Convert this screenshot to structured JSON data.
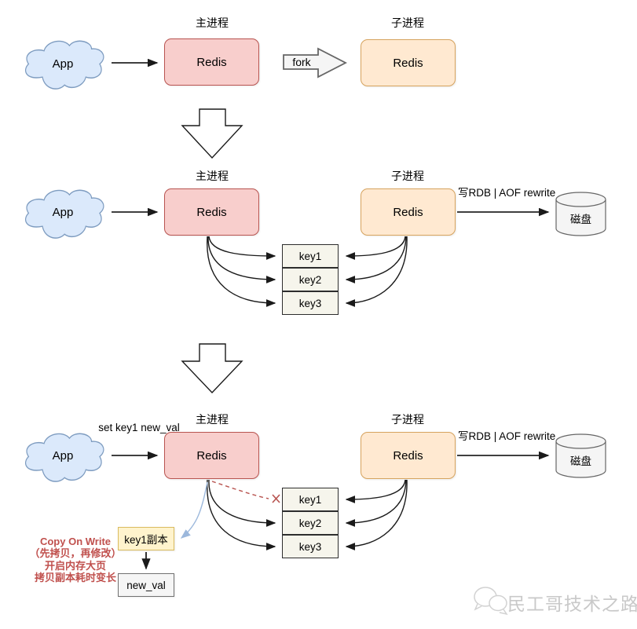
{
  "stage1": {
    "main_process_label": "主进程",
    "child_process_label": "子进程",
    "app": "App",
    "redis_main": "Redis",
    "redis_child": "Redis",
    "fork": "fork"
  },
  "stage2": {
    "main_process_label": "主进程",
    "child_process_label": "子进程",
    "app": "App",
    "redis_main": "Redis",
    "redis_child": "Redis",
    "write_label": "写RDB | AOF rewrite",
    "disk": "磁盘",
    "keys": [
      "key1",
      "key2",
      "key3"
    ]
  },
  "stage3": {
    "set_command": "set key1 new_val",
    "main_process_label": "主进程",
    "child_process_label": "子进程",
    "app": "App",
    "redis_main": "Redis",
    "redis_child": "Redis",
    "write_label": "写RDB | AOF rewrite",
    "disk": "磁盘",
    "keys": [
      "key1",
      "key2",
      "key3"
    ],
    "key1_copy": "key1副本",
    "new_val": "new_val",
    "cow_note": [
      "Copy On Write",
      "（先拷贝，再修改）",
      "开启内存大页",
      "拷贝副本耗时变长"
    ]
  },
  "watermark": {
    "brand": "民工哥技术之路"
  },
  "colors": {
    "main_process_fill": "#f8cecc",
    "main_process_border": "#b85450",
    "child_process_fill": "#ffe9d1",
    "child_process_border": "#d6a35e",
    "cloud_fill": "#dbe9fb",
    "cloud_border": "#7e9cc0",
    "key_fill": "#f6f5ec",
    "key_copy_fill": "#fff3cd",
    "key_copy_border": "#d9bb5f",
    "note_red": "#c0504d",
    "broken_link_red": "#b85450",
    "copy_arrow_blue": "#9cb8dc"
  }
}
